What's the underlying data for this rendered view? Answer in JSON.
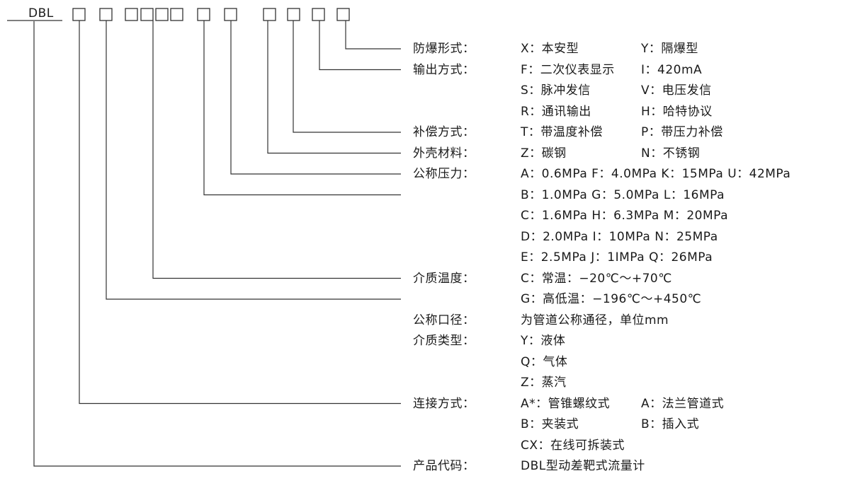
{
  "model_code": "DBL",
  "rows": [
    {
      "label": "防爆形式：",
      "col1": "X：本安型",
      "col2": "Y：隔爆型"
    },
    {
      "label": "输出方式：",
      "col1": "F：二次仪表显示",
      "col2": "I：420mA"
    },
    {
      "label": "",
      "col1": "S：脉冲发信",
      "col2": "V：电压发信"
    },
    {
      "label": "",
      "col1": "R：通讯输出",
      "col2": "H：哈特协议"
    },
    {
      "label": "补偿方式：",
      "col1": "T：带温度补偿",
      "col2": "P：带压力补偿"
    },
    {
      "label": "外壳材料：",
      "col1": "Z：碳钢",
      "col2": "N：不锈钢"
    },
    {
      "label": "公称压力：",
      "col1": "A：0.6MPa  F：4.0MPa  K：15MPa  U：42MPa",
      "col2": ""
    },
    {
      "label": "",
      "col1": "B：1.0MPa  G：5.0MPa  L：16MPa",
      "col2": ""
    },
    {
      "label": "",
      "col1": "C：1.6MPa  H：6.3MPa  M：20MPa",
      "col2": ""
    },
    {
      "label": "",
      "col1": "D：2.0MPa  I：10MPa   N：25MPa",
      "col2": ""
    },
    {
      "label": "",
      "col1": "E：2.5MPa  J：1IMPa   Q：26MPa",
      "col2": ""
    },
    {
      "label": "介质温度：",
      "col1": "C：常温：−20℃～+70℃",
      "col2": ""
    },
    {
      "label": "",
      "col1": "G：高低温：−196℃～+450℃",
      "col2": ""
    },
    {
      "label": "公称口径：",
      "col1": "为管道公称通径，单位mm",
      "col2": ""
    },
    {
      "label": "介质类型：",
      "col1": "Y：液体",
      "col2": ""
    },
    {
      "label": "",
      "col1": "Q：气体",
      "col2": ""
    },
    {
      "label": "",
      "col1": "Z：蒸汽",
      "col2": ""
    },
    {
      "label": "连接方式：",
      "col1": "A*：管锥螺纹式",
      "col2": "A：法兰管道式"
    },
    {
      "label": "",
      "col1": "B：夹装式",
      "col2": "B：插入式"
    },
    {
      "label": "",
      "col1": "CX：在线可拆装式",
      "col2": ""
    },
    {
      "label": "产品代码：",
      "col1": "DBL型动差靶式流量计",
      "col2": ""
    }
  ]
}
